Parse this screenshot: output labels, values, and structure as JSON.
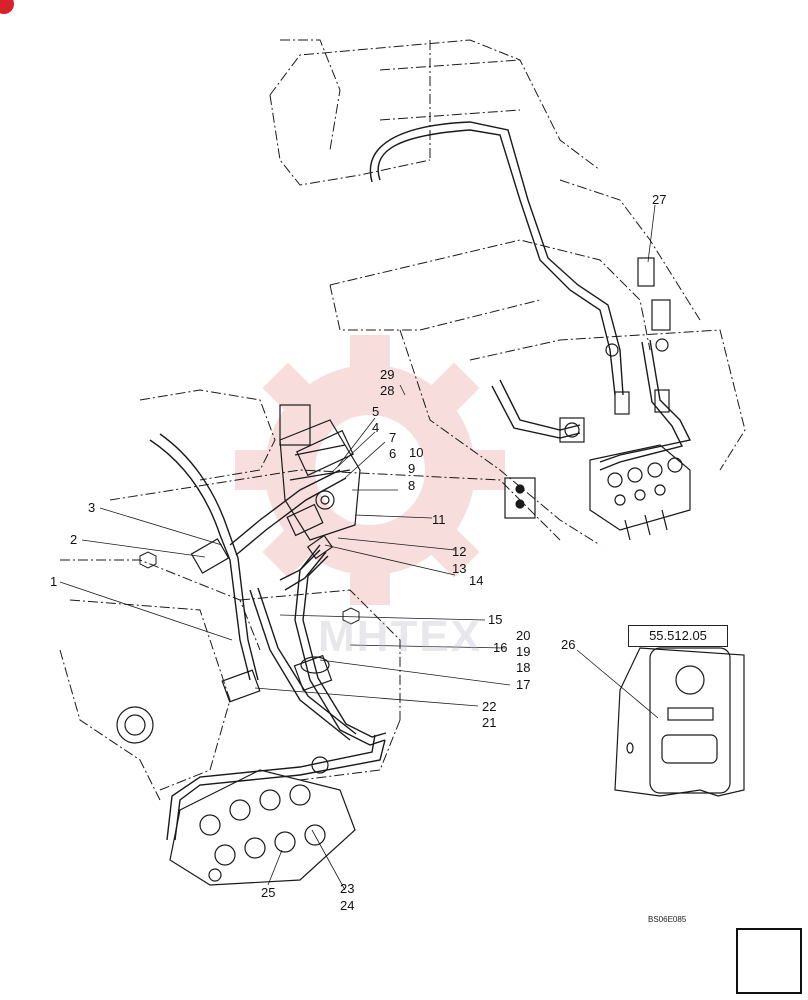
{
  "callouts": {
    "c1": "1",
    "c2": "2",
    "c3": "3",
    "c4": "4",
    "c5": "5",
    "c6": "6",
    "c7": "7",
    "c8": "8",
    "c9": "9",
    "c10": "10",
    "c11": "11",
    "c12": "12",
    "c13": "13",
    "c14": "14",
    "c15": "15",
    "c16": "16",
    "c17": "17",
    "c18": "18",
    "c19": "19",
    "c20": "20",
    "c21": "21",
    "c22": "22",
    "c23": "23",
    "c24": "24",
    "c25": "25",
    "c26": "26",
    "c27": "27",
    "c28": "28",
    "c29": "29"
  },
  "reference": {
    "section": "55.512.05"
  },
  "drawing_code": "BS06E085",
  "watermark": "MHTEX",
  "colors": {
    "line": "#1a1a1a",
    "watermark": "#f2b8b8",
    "corner": "#d8212a"
  }
}
